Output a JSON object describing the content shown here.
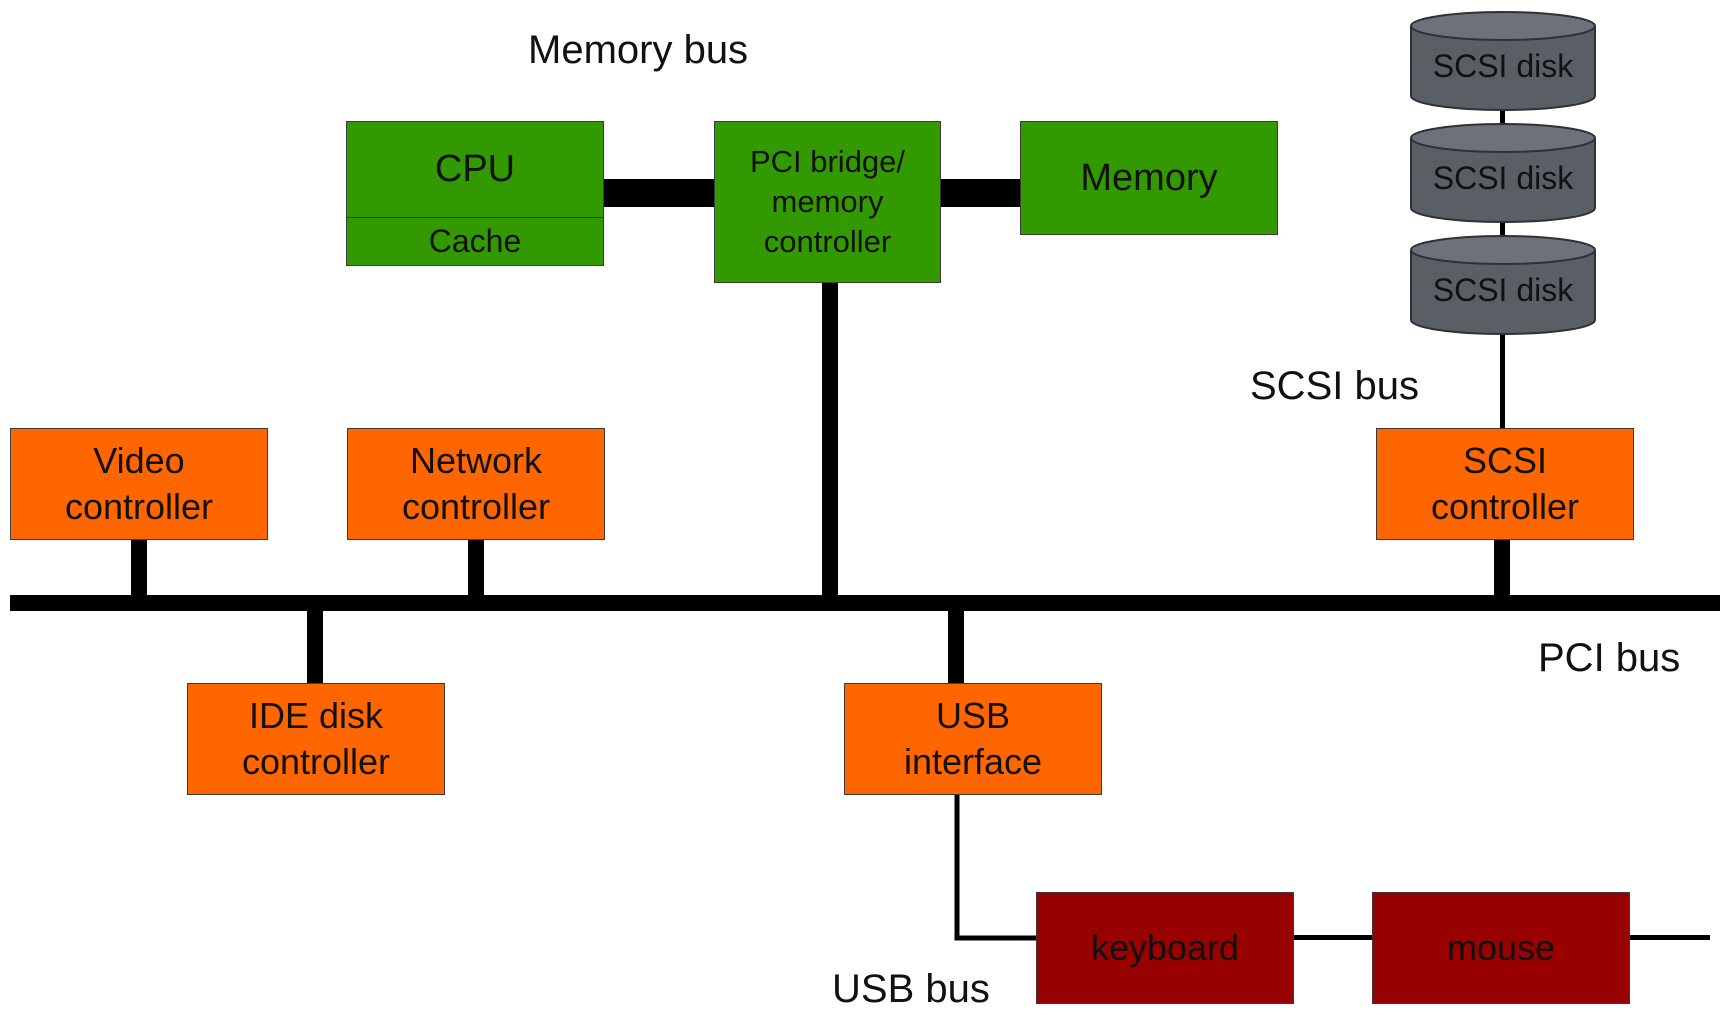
{
  "labels": {
    "memory_bus": "Memory bus",
    "scsi_bus": "SCSI bus",
    "pci_bus": "PCI bus",
    "usb_bus": "USB bus"
  },
  "cpu": {
    "name": "CPU",
    "cache": "Cache"
  },
  "pci_bridge": {
    "line1": "PCI bridge/",
    "line2": "memory",
    "line3": "controller"
  },
  "memory": {
    "name": "Memory"
  },
  "scsi_disks": [
    "SCSI disk",
    "SCSI disk",
    "SCSI disk"
  ],
  "scsi_controller": {
    "line1": "SCSI",
    "line2": "controller"
  },
  "video_controller": {
    "line1": "Video",
    "line2": "controller"
  },
  "network_controller": {
    "line1": "Network",
    "line2": "controller"
  },
  "ide_controller": {
    "line1": "IDE disk",
    "line2": "controller"
  },
  "usb_interface": {
    "line1": "USB",
    "line2": "interface"
  },
  "keyboard": {
    "name": "keyboard"
  },
  "mouse": {
    "name": "mouse"
  },
  "colors": {
    "memory_subsystem": "#339900",
    "io_controllers": "#ff6600",
    "usb_devices": "#990000",
    "disks": "#5a5f66",
    "bus": "#000000"
  }
}
